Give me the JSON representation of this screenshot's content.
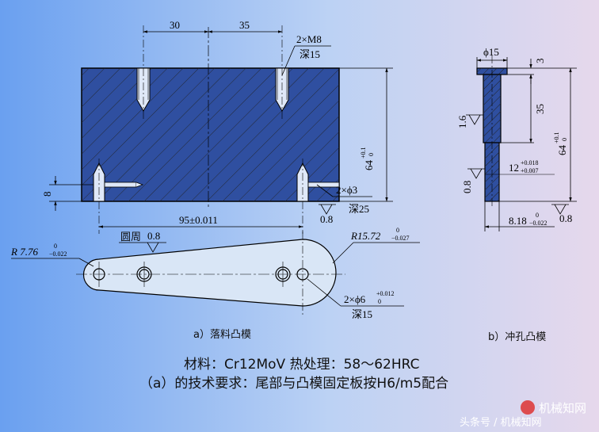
{
  "part_a": {
    "dims": {
      "d30": "30",
      "d35": "35",
      "thread": "2×M8",
      "thread_depth": "深15",
      "d64": "64",
      "d64_tol_upper": "+0.1",
      "d64_tol_lower": "0",
      "d8": "8",
      "hole_phi3": "2×ϕ3",
      "hole_depth": "深25",
      "rough_08": "0.8",
      "d95": "95±0.011"
    },
    "plan": {
      "r_left": "R 7.76",
      "r_left_upper": "0",
      "r_left_lower": "−0.022",
      "circumference": "圆周",
      "circ_rough": "0.8",
      "r_right": "R15.72",
      "r_right_upper": "0",
      "r_right_lower": "−0.027",
      "pin": "2×ϕ6",
      "pin_upper": "+0.012",
      "pin_lower": "0",
      "pin_depth": "深15"
    },
    "caption": "a）落料凸模"
  },
  "part_b": {
    "phi15": "ϕ15",
    "d3": "3",
    "d35": "35",
    "rough_16": "1.6",
    "rough_08": "0.8",
    "d12": "12",
    "d12_upper": "+0.018",
    "d12_lower": "+0.007",
    "d64": "64",
    "d64_upper": "+0.1",
    "d64_lower": "0",
    "d818": "8.18",
    "d818_upper": "0",
    "d818_lower": "−0.022",
    "rough_bottom": "0.8",
    "caption": "b）冲孔凸模"
  },
  "notes": {
    "line1": "材料：Cr12MoV   热处理：58～62HRC",
    "line2": "（a）的技术要求：尾部与凸模固定板按H6/m5配合"
  },
  "watermark": {
    "brand": "机械知网",
    "source": "头条号 / 机械知网"
  }
}
